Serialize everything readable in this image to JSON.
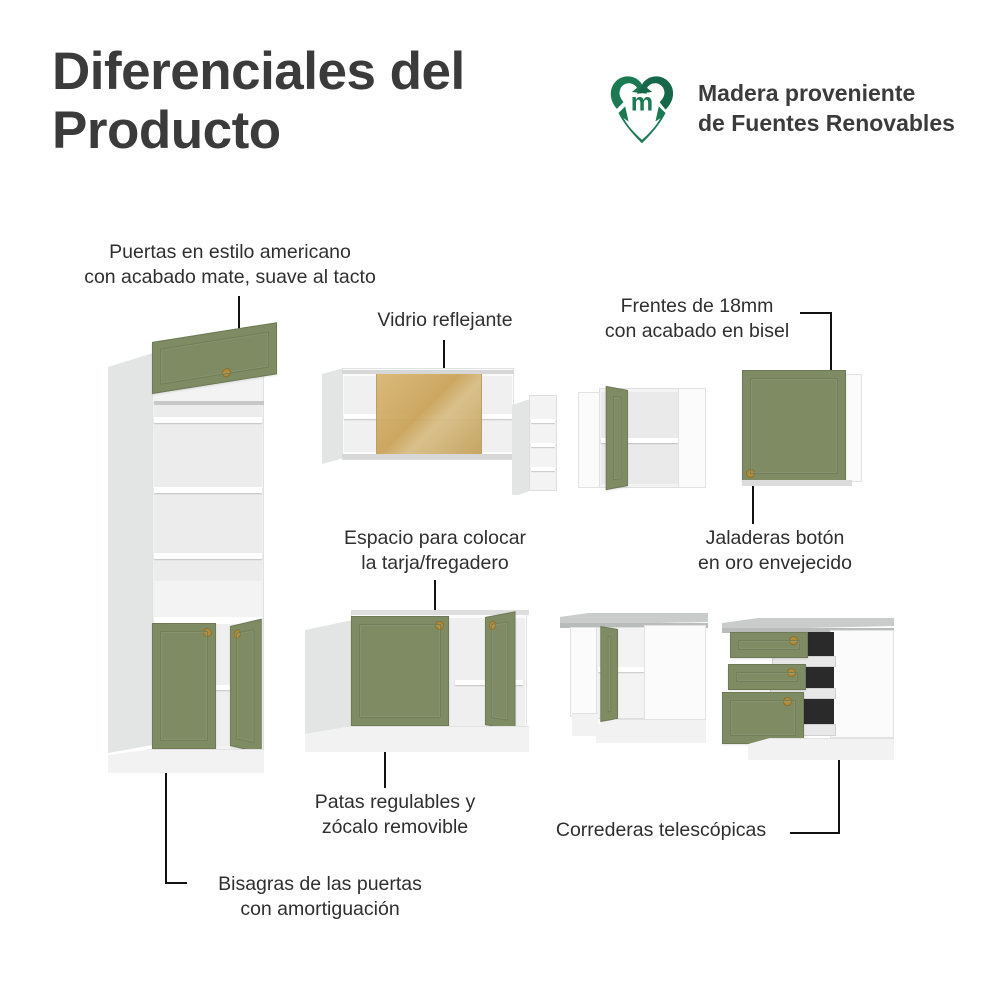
{
  "header": {
    "title": "Diferenciales del Producto",
    "brand": {
      "logo_icon": "recycling-heart-m-icon",
      "logo_color": "#1b7a52",
      "text": "Madera proveniente\nde Fuentes Renovables"
    }
  },
  "theme": {
    "background": "#ffffff",
    "text_color": "#3a3a3a",
    "door_green": "#7e8b63",
    "cabinet_white": "#fbfbfb",
    "countertop_gray": "#b9bcbb",
    "glass_amber": "#c9a257",
    "knob_gold": "#b08d3e",
    "leader_line": "#111111"
  },
  "callouts": [
    {
      "id": "doors-american-style",
      "text": "Puertas en estilo americano\ncon acabado mate, suave al tacto",
      "align": "center"
    },
    {
      "id": "reflective-glass",
      "text": "Vidrio reflejante",
      "align": "center"
    },
    {
      "id": "fronts-18mm",
      "text": "Frentes de 18mm\ncon acabado en bisel",
      "align": "center"
    },
    {
      "id": "sink-space",
      "text": "Espacio para colocar\nla tarja/fregadero",
      "align": "center"
    },
    {
      "id": "button-handles",
      "text": "Jaladeras botón\nen oro envejecido",
      "align": "center"
    },
    {
      "id": "adjustable-legs",
      "text": "Patas regulables y\nzócalo removible",
      "align": "center"
    },
    {
      "id": "telescopic-slides",
      "text": "Correderas telescópicas",
      "align": "center"
    },
    {
      "id": "soft-close-hinges",
      "text": "Bisagras de las puertas\ncon amortiguación",
      "align": "center"
    }
  ],
  "furniture": [
    {
      "id": "tall-pantry-cabinet",
      "name": "Alacena alta con puerta abatible y puertas inferiores"
    },
    {
      "id": "wall-glass-cabinet",
      "name": "Gabinete aéreo con vidrio reflejante"
    },
    {
      "id": "open-shelf-unit",
      "name": "Repisa abierta de 4 nichos"
    },
    {
      "id": "wall-cabinet-open",
      "name": "Gabinete aéreo con puerta abierta"
    },
    {
      "id": "wall-cabinet-closed",
      "name": "Gabinete aéreo con frente de 18mm"
    },
    {
      "id": "sink-base-cabinet",
      "name": "Mueble bajo para tarja/fregadero"
    },
    {
      "id": "corner-base-cabinet",
      "name": "Mueble esquinero con cubierta"
    },
    {
      "id": "drawer-base-cabinet",
      "name": "Mueble de 3 cajones con correderas telescópicas"
    }
  ]
}
